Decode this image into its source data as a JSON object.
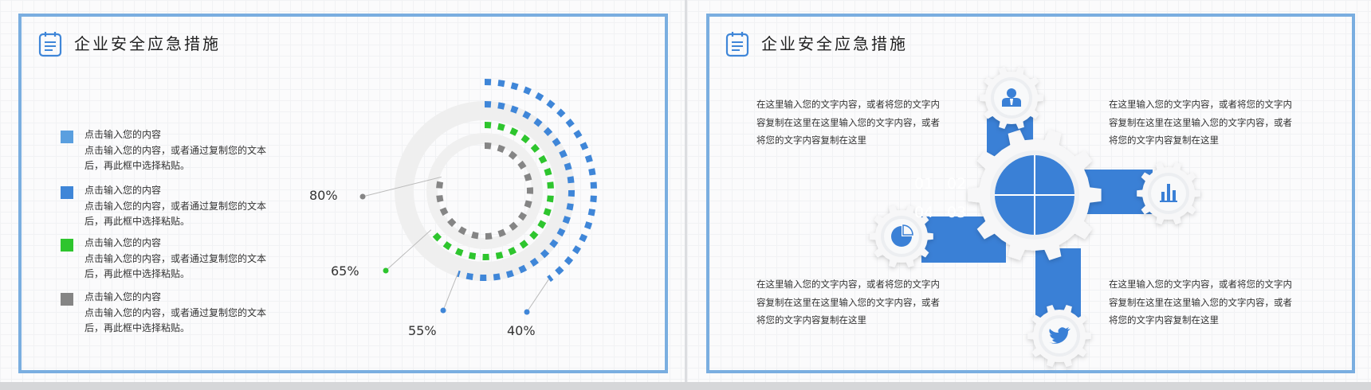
{
  "left_slide": {
    "title": "企业安全应急措施",
    "title_icon": "clipboard-list-icon",
    "legend": [
      {
        "heading": "点击输入您的内容",
        "description": "点击输入您的内容，或者通过复制您的文本后，再此框中选择粘贴。",
        "color": "#5a9fdf"
      },
      {
        "heading": "点击输入您的内容",
        "description": "点击输入您的内容，或者通过复制您的文本后，再此框中选择粘贴。",
        "color": "#3f86d8"
      },
      {
        "heading": "点击输入您的内容",
        "description": "点击输入您的内容，或者通过复制您的文本后，再此框中选择粘贴。",
        "color": "#2ec52e"
      },
      {
        "heading": "点击输入您的内容",
        "description": "点击输入您的内容，或者通过复制您的文本后，再此框中选择粘贴。",
        "color": "#858585"
      }
    ]
  },
  "chart_data": {
    "type": "bar",
    "layout": "radial",
    "categories": [
      "80%",
      "65%",
      "55%",
      "40%"
    ],
    "values": [
      80,
      65,
      55,
      40
    ],
    "labels": [
      "80%",
      "65%",
      "55%",
      "40%"
    ],
    "colors": [
      "#858585",
      "#2ec52e",
      "#3f86d8",
      "#3f86d8"
    ],
    "ylim": [
      0,
      100
    ]
  },
  "right_slide": {
    "title": "企业安全应急措施",
    "title_icon": "clipboard-list-icon",
    "center_numbers": [
      "01",
      "02",
      "03",
      "04"
    ],
    "gear_icons": [
      "user-icon",
      "bar-chart-icon",
      "pie-chart-icon",
      "twitter-bird-icon"
    ],
    "texts": [
      "在这里输入您的文字内容，或者将您的文字内容复制在这里在这里输入您的文字内容，或者将您的文字内容复制在这里",
      "在这里输入您的文字内容，或者将您的文字内容复制在这里在这里输入您的文字内容，或者将您的文字内容复制在这里",
      "在这里输入您的文字内容，或者将您的文字内容复制在这里在这里输入您的文字内容，或者将您的文字内容复制在这里",
      "在这里输入您的文字内容，或者将您的文字内容复制在这里在这里输入您的文字内容，或者将您的文字内容复制在这里"
    ],
    "accent": "#3a80d6"
  }
}
